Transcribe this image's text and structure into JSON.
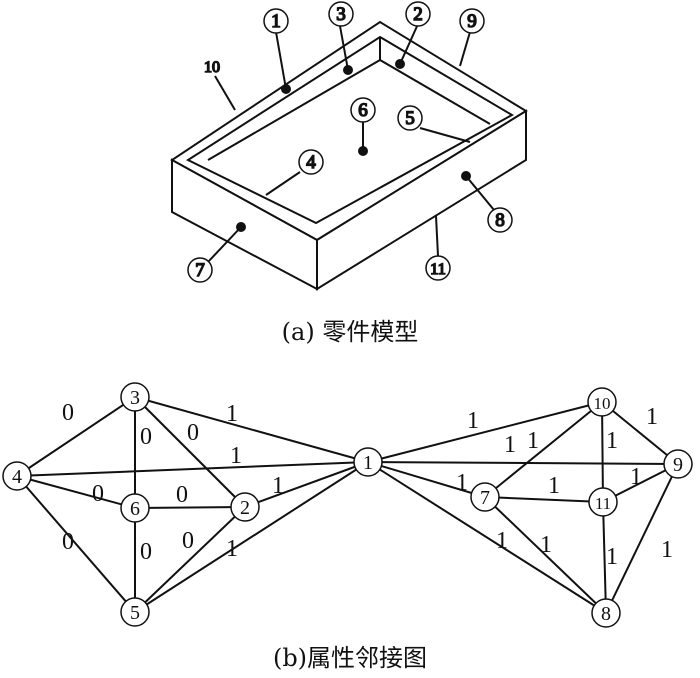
{
  "model": {
    "caption": "(a) 零件模型",
    "face_labels": [
      "1",
      "2",
      "3",
      "4",
      "5",
      "6",
      "7",
      "8",
      "9",
      "10",
      "11"
    ]
  },
  "graph": {
    "caption": "(b)属性邻接图",
    "nodes": [
      "1",
      "2",
      "3",
      "4",
      "5",
      "6",
      "7",
      "8",
      "9",
      "10",
      "11"
    ],
    "edges": [
      {
        "from": "3",
        "to": "4",
        "weight": "0"
      },
      {
        "from": "4",
        "to": "5",
        "weight": "0"
      },
      {
        "from": "3",
        "to": "6",
        "weight": "0"
      },
      {
        "from": "3",
        "to": "2",
        "weight": "0"
      },
      {
        "from": "4",
        "to": "6",
        "weight": "0"
      },
      {
        "from": "6",
        "to": "2",
        "weight": "0"
      },
      {
        "from": "6",
        "to": "5",
        "weight": "0"
      },
      {
        "from": "5",
        "to": "2",
        "weight": "0"
      },
      {
        "from": "3",
        "to": "1",
        "weight": "1"
      },
      {
        "from": "4",
        "to": "1",
        "weight": "1"
      },
      {
        "from": "2",
        "to": "1",
        "weight": "1"
      },
      {
        "from": "5",
        "to": "1",
        "weight": "1"
      },
      {
        "from": "1",
        "to": "10",
        "weight": "1"
      },
      {
        "from": "1",
        "to": "9",
        "weight": "1"
      },
      {
        "from": "1",
        "to": "7",
        "weight": "1"
      },
      {
        "from": "1",
        "to": "8",
        "weight": "1"
      },
      {
        "from": "10",
        "to": "9",
        "weight": "1"
      },
      {
        "from": "10",
        "to": "7",
        "weight": "1"
      },
      {
        "from": "10",
        "to": "11",
        "weight": "1"
      },
      {
        "from": "7",
        "to": "11",
        "weight": "1"
      },
      {
        "from": "7",
        "to": "8",
        "weight": "1"
      },
      {
        "from": "11",
        "to": "9",
        "weight": "1"
      },
      {
        "from": "11",
        "to": "8",
        "weight": "1"
      },
      {
        "from": "9",
        "to": "8",
        "weight": "1"
      }
    ]
  }
}
